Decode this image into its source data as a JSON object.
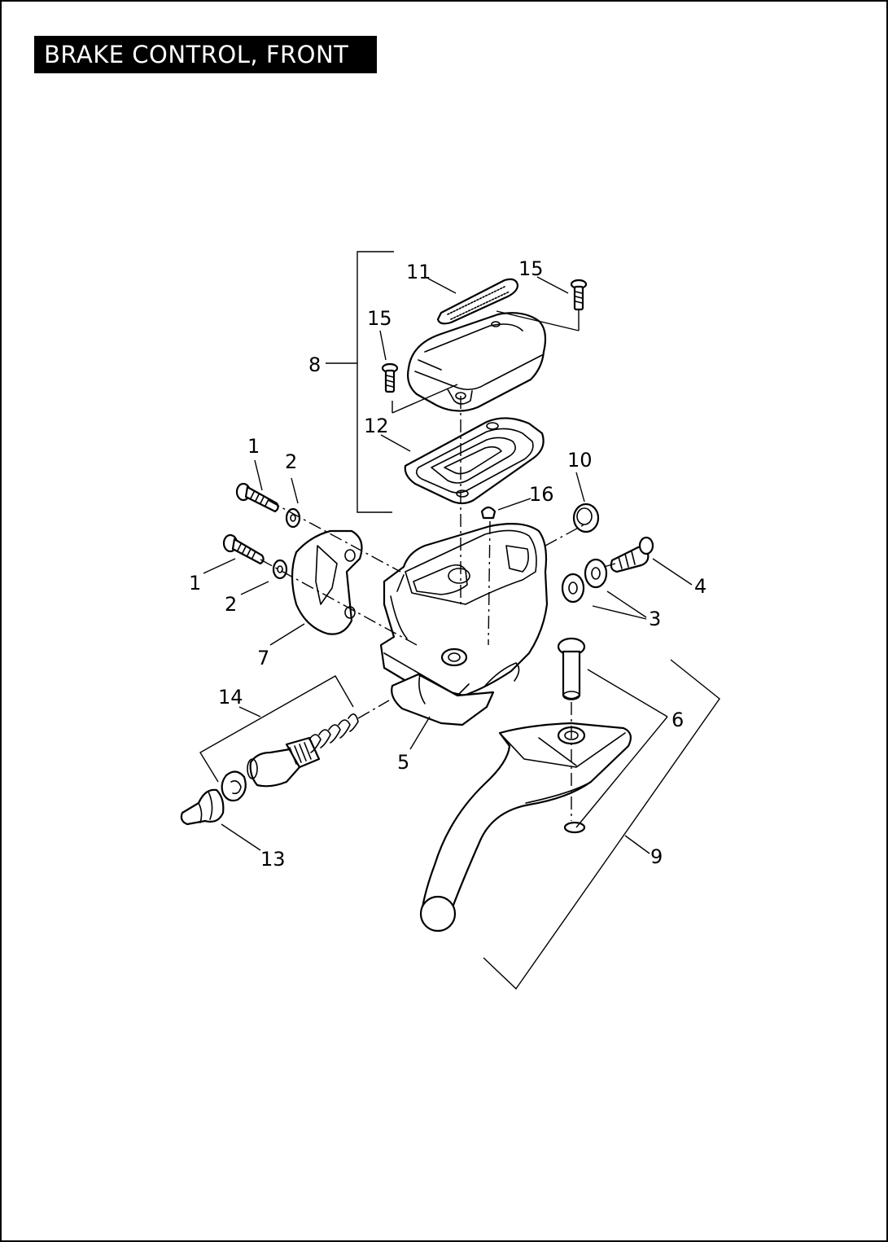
{
  "title": "BRAKE CONTROL, FRONT",
  "callouts": [
    {
      "id": "c1a",
      "text": "1"
    },
    {
      "id": "c1b",
      "text": "1"
    },
    {
      "id": "c2a",
      "text": "2"
    },
    {
      "id": "c2b",
      "text": "2"
    },
    {
      "id": "c3",
      "text": "3"
    },
    {
      "id": "c4",
      "text": "4"
    },
    {
      "id": "c5",
      "text": "5"
    },
    {
      "id": "c6",
      "text": "6"
    },
    {
      "id": "c7",
      "text": "7"
    },
    {
      "id": "c8",
      "text": "8"
    },
    {
      "id": "c9",
      "text": "9"
    },
    {
      "id": "c10",
      "text": "10"
    },
    {
      "id": "c11",
      "text": "11"
    },
    {
      "id": "c12",
      "text": "12"
    },
    {
      "id": "c13",
      "text": "13"
    },
    {
      "id": "c14",
      "text": "14"
    },
    {
      "id": "c15a",
      "text": "15"
    },
    {
      "id": "c15b",
      "text": "15"
    },
    {
      "id": "c16",
      "text": "16"
    }
  ]
}
